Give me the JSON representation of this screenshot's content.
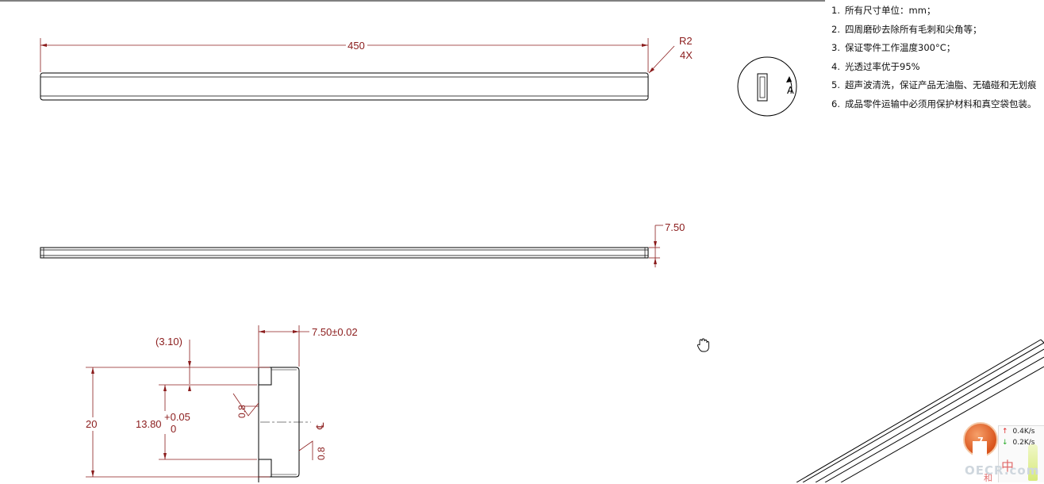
{
  "notes": [
    {
      "num": "1.",
      "text": "所有尺寸单位：mm；"
    },
    {
      "num": "2.",
      "text": "四周磨砂去除所有毛刺和尖角等；"
    },
    {
      "num": "3.",
      "text": "保证零件工作温度300°C；"
    },
    {
      "num": "4.",
      "text": "光透过率优于95%"
    },
    {
      "num": "5.",
      "text": "超声波清洗，保证产品无油脂、无磕碰和无划痕"
    },
    {
      "num": "6.",
      "text": "成品零件运输中必须用保护材料和真空袋包装。"
    }
  ],
  "dimensions": {
    "length": "450",
    "radius": "R2",
    "radius_count": "4X",
    "thickness_side": "7.50",
    "ref_step": "(3.10)",
    "thickness_tol": "7.50±0.02",
    "height": "20",
    "slot_width": "13.80",
    "slot_tol_upper": "+0.05",
    "slot_tol_lower": "0",
    "surface_finish": "0.8",
    "centerline": "℄"
  },
  "view_label": "A",
  "speed_widget": {
    "ball_text": "7",
    "up_rate": "0.4K/s",
    "down_rate": "0.2K/s"
  },
  "watermark": "OECR.com",
  "mascot_char": "中",
  "mascot_char2": "和",
  "colors": {
    "dimension": "#8b1c1c",
    "outline": "#000000",
    "background": "#ffffff"
  }
}
